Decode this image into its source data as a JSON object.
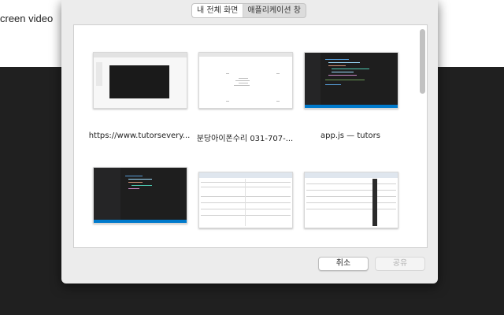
{
  "background": {
    "text": "creen video"
  },
  "dialog": {
    "tabs": [
      {
        "label": "내 전체 화면",
        "active": true
      },
      {
        "label": "애플리케이션 창",
        "active": false
      }
    ],
    "sources": [
      {
        "caption": "https://www.tutorsevery...",
        "kind": "browser"
      },
      {
        "caption": "분당아이폰수리 031-707-...",
        "kind": "document"
      },
      {
        "caption": "app.js — tutors",
        "kind": "code-editor"
      },
      {
        "caption": "",
        "kind": "code-editor"
      },
      {
        "caption": "",
        "kind": "spreadsheet"
      },
      {
        "caption": "",
        "kind": "spreadsheet"
      }
    ],
    "buttons": {
      "cancel": "취소",
      "share": "공유"
    },
    "colors": {
      "accent_status": "#007acc",
      "dark_editor": "#1e1e1e",
      "dialog_bg": "#ececec"
    }
  }
}
